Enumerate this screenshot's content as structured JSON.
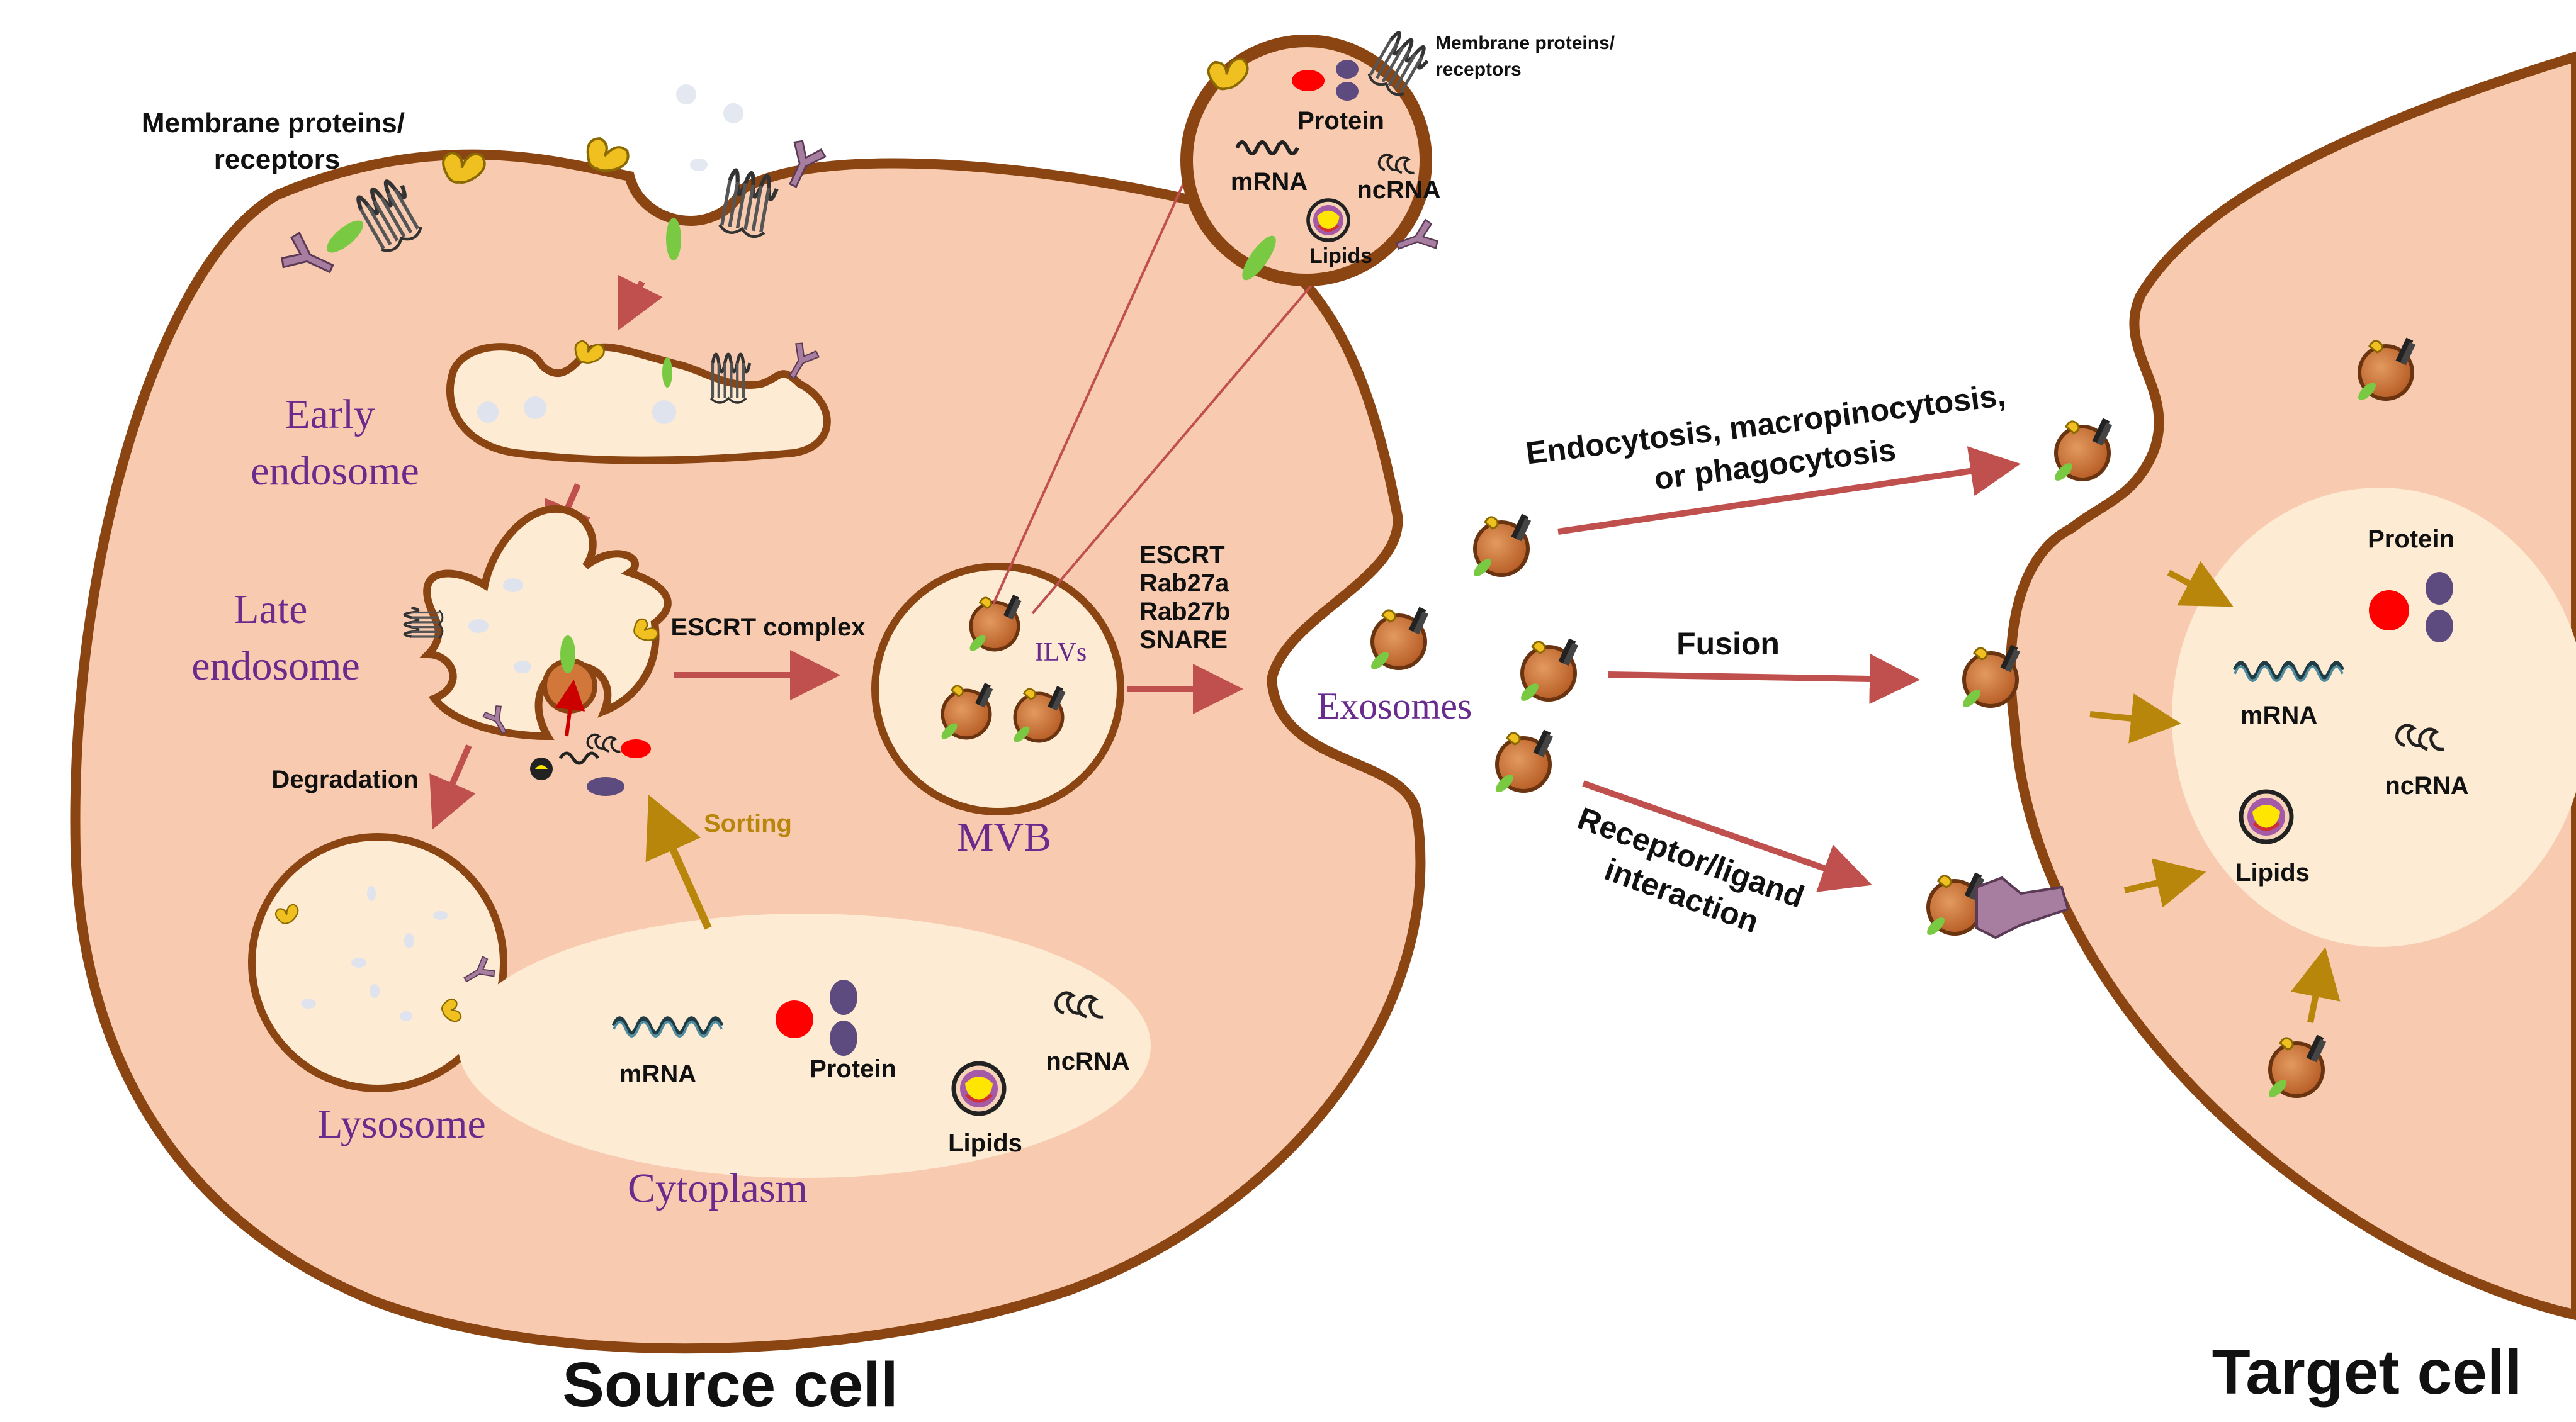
{
  "colors": {
    "cell_fill": "#f8cbb0",
    "cell_stroke": "#8b4513",
    "organelle_fill": "#fdebd3",
    "purple_label": "#6a2c8c",
    "gold": "#b8860b",
    "arrow_red": "#c0504d",
    "protein_red": "#ff0000",
    "protein_purple": "#5d4a7e",
    "exosome": "#d2773a",
    "green_marker": "#7ac943",
    "receptor_yellow": "#f0c020",
    "receptor_pink": "#a77ea0"
  },
  "labels": {
    "membrane_proteins_left": [
      "Membrane proteins/",
      "receptors"
    ],
    "membrane_proteins_top": [
      "Membrane proteins/",
      "receptors"
    ],
    "early_endosome": [
      "Early",
      "endosome"
    ],
    "late_endosome": [
      "Late",
      "endosome"
    ],
    "lysosome": "Lysosome",
    "cytoplasm": "Cytoplasm",
    "mvb": "MVB",
    "ilvs": "ILVs",
    "exosomes": "Exosomes",
    "escrt_complex": "ESCRT complex",
    "escrt_list": [
      "ESCRT",
      "Rab27a",
      "Rab27b",
      "SNARE"
    ],
    "degradation": "Degradation",
    "sorting": "Sorting",
    "source_cell": "Source cell",
    "target_cell": "Target  cell",
    "uptake_endocytosis": [
      "Endocytosis, macropinocytosis,",
      "or phagocytosis"
    ],
    "uptake_fusion": "Fusion",
    "uptake_receptor": [
      "Receptor/ligand",
      "interaction"
    ]
  },
  "cargo": {
    "protein": "Protein",
    "mrna": "mRNA",
    "ncrna": "ncRNA",
    "lipids": "Lipids"
  }
}
